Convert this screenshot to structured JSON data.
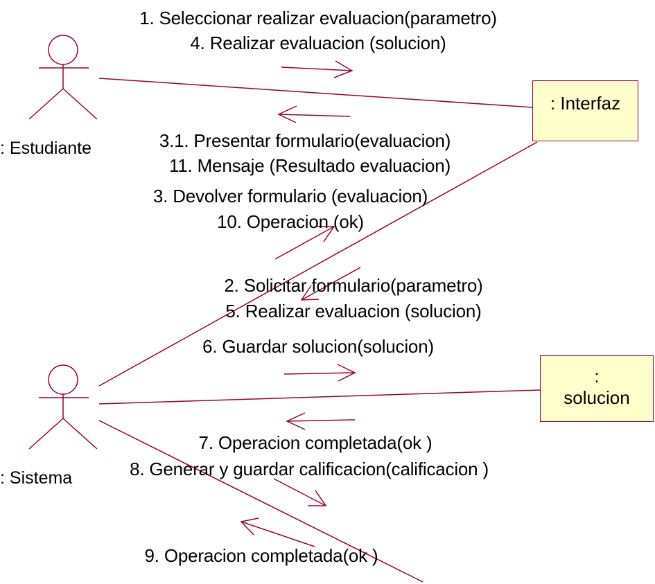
{
  "diagram": {
    "actors": {
      "estudiante": ": Estudiante",
      "sistema": ": Sistema"
    },
    "objects": {
      "interfaz": ": Interfaz",
      "solucion_colon": ":",
      "solucion_name": "solucion"
    },
    "messages": {
      "m1": "1. Seleccionar realizar evaluacion(parametro)",
      "m4": "4. Realizar evaluacion (solucion)",
      "m3_1": "3.1. Presentar formulario(evaluacion)",
      "m11": "11. Mensaje (Resultado evaluacion)",
      "m3": "3. Devolver formulario (evaluacion)",
      "m10": "10. Operacion (ok)",
      "m2": "2. Solicitar formulario(parametro)",
      "m5": "5. Realizar evaluacion (solucion)",
      "m6": "6. Guardar solucion(solucion)",
      "m7": "7. Operacion completada(ok )",
      "m8": "8. Generar y guardar calificacion(calificacion )",
      "m9": "9. Operacion completada(ok )"
    },
    "colors": {
      "line": "#990033",
      "object_fill": "#ffffcc"
    }
  }
}
